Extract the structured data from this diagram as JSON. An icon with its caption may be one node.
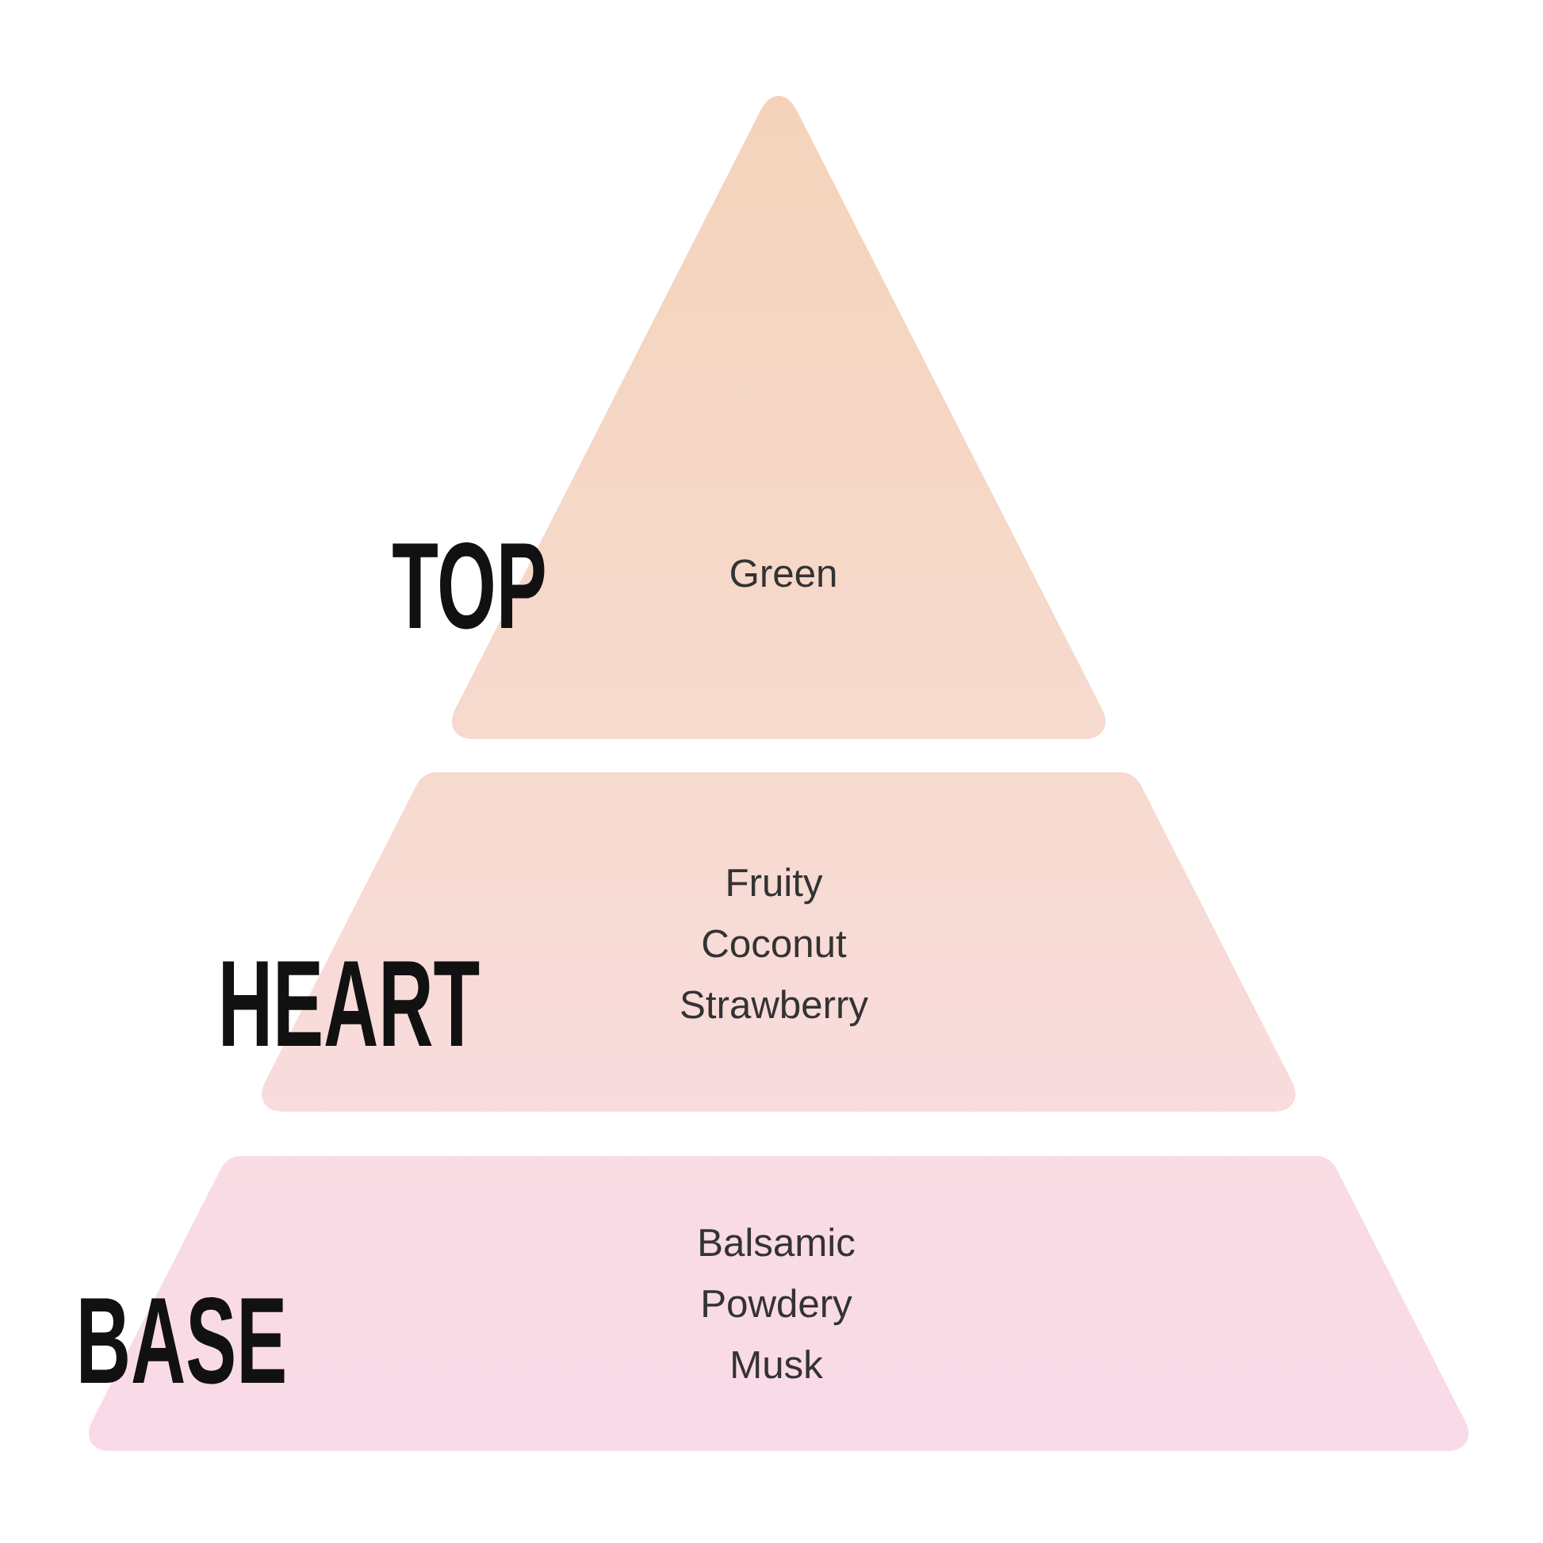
{
  "diagram": {
    "nodes": [
      {
        "text": [
          "TOP",
          "Green"
        ]
      },
      {
        "text": [
          "HEART",
          "Fruity",
          "Coconut",
          "Strawberry"
        ]
      },
      {
        "text": [
          "BASE",
          "Balsamic",
          "Powdery",
          "Musk"
        ]
      }
    ]
  }
}
